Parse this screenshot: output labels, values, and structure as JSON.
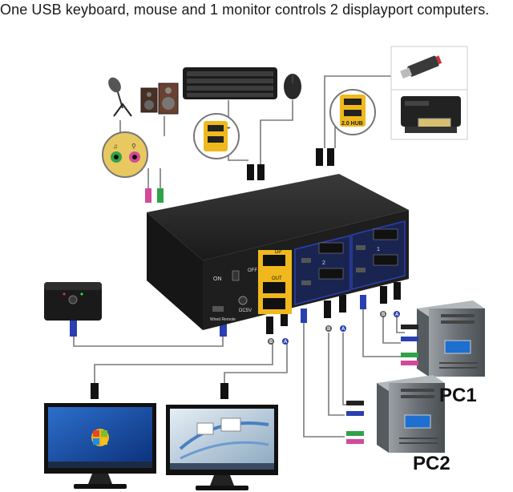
{
  "headline": "One USB keyboard, mouse and 1 monitor controls 2 displayport computers.",
  "pc1_label": "PC1",
  "pc2_label": "PC2",
  "panel": {
    "on_label": "ON",
    "off_label": "OFF",
    "dc_label": "DC5V",
    "wired_remote_label": "Wired Remote",
    "dp_in_label": "DP",
    "dp_out_label": "OUT",
    "pc2_port_label": "2",
    "pc1_port_label": "1",
    "hub_label": "2.0 HUB"
  },
  "port_tags": {
    "a": "A",
    "b": "B"
  },
  "colors": {
    "kvm_body": "#1c1c1c",
    "dp_yellow": "#f0b81c",
    "port_blue": "#2a3fb0",
    "cable": "#7a7a7a",
    "pc_case": "#6d7377"
  }
}
